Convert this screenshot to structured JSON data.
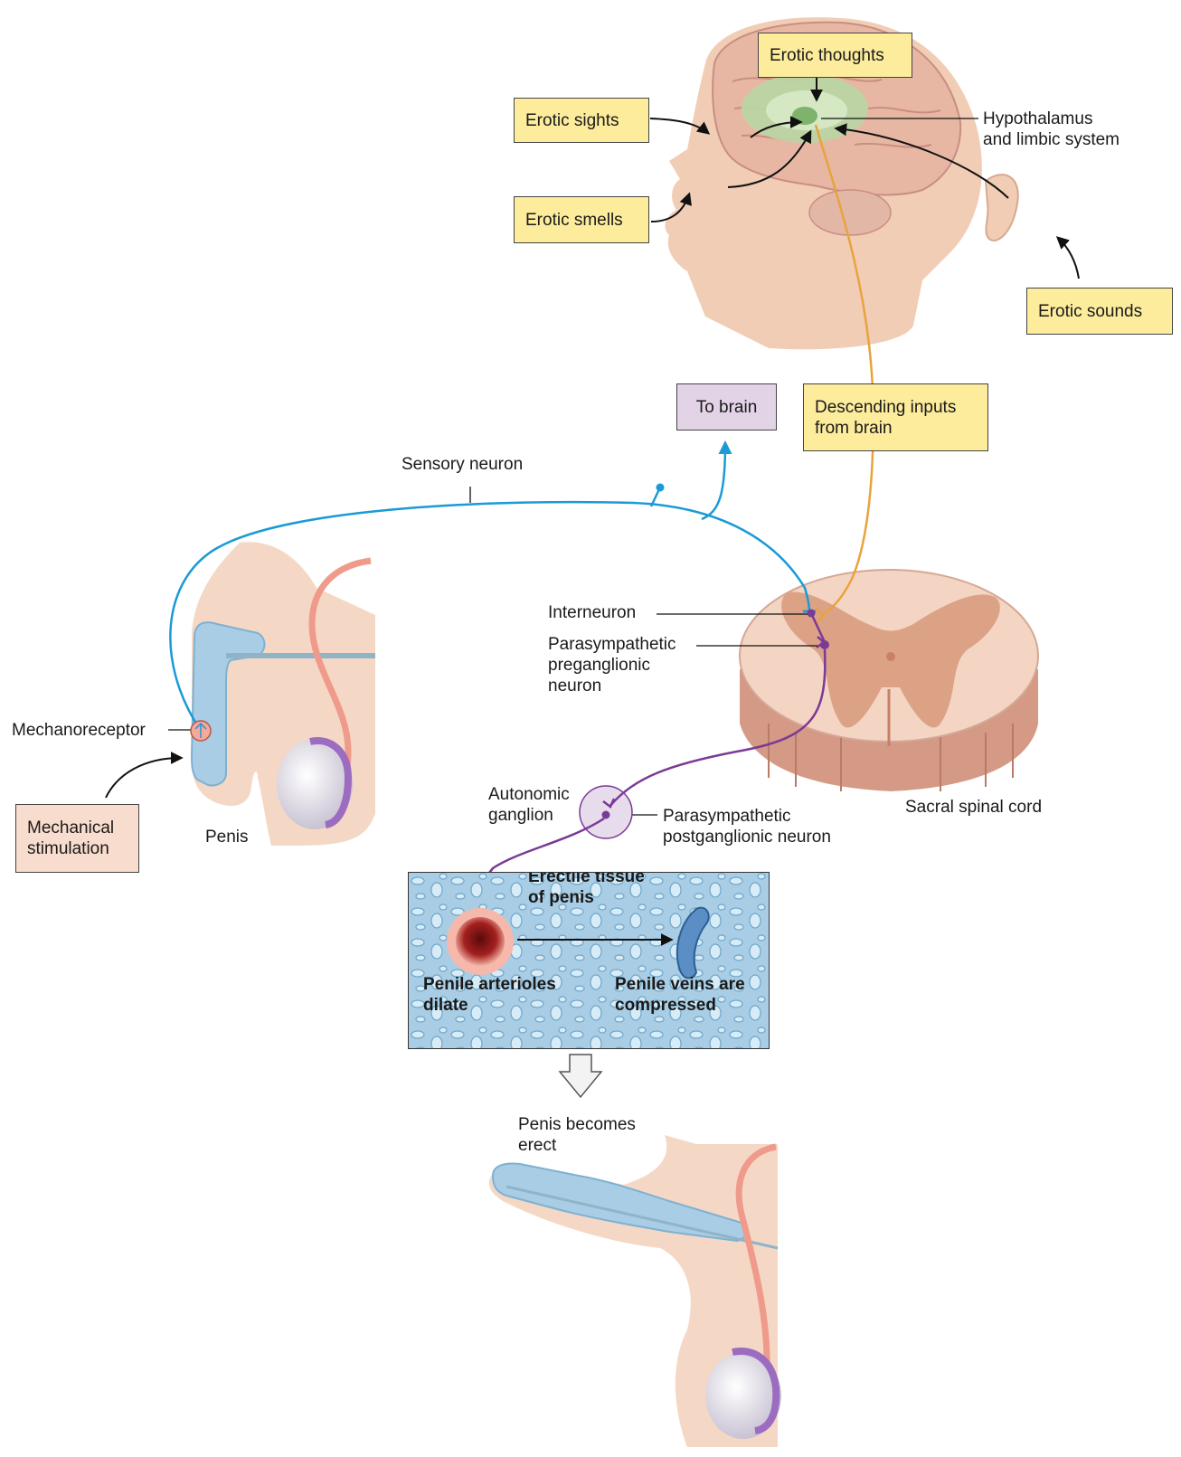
{
  "labels": {
    "erotic_thoughts": "Erotic thoughts",
    "erotic_sights": "Erotic sights",
    "erotic_smells": "Erotic smells",
    "erotic_sounds": "Erotic sounds",
    "hypothalamus": [
      "Hypothalamus",
      "and limbic system"
    ],
    "to_brain": "To brain",
    "descending_inputs": [
      "Descending inputs",
      "from brain"
    ],
    "sensory_neuron": "Sensory neuron",
    "interneuron": "Interneuron",
    "parasympathetic_preganglionic": [
      "Parasympathetic",
      "preganglionic",
      "neuron"
    ],
    "mechanoreceptor": "Mechanoreceptor",
    "mechanical_stimulation": [
      "Mechanical",
      "stimulation"
    ],
    "penis": "Penis",
    "autonomic_ganglion": [
      "Autonomic",
      "ganglion"
    ],
    "parasympathetic_postganglionic": [
      "Parasympathetic",
      "postganglionic neuron"
    ],
    "sacral_spinal_cord": "Sacral spinal cord",
    "erectile_tissue": [
      "Erectile tissue",
      "of penis"
    ],
    "penile_arterioles": [
      "Penile arterioles",
      "dilate"
    ],
    "penile_veins": [
      "Penile veins are",
      "compressed"
    ],
    "penis_becomes_erect": [
      "Penis becomes",
      "erect"
    ]
  },
  "colors": {
    "sensory_pathway": "#1b9ad6",
    "descending_pathway": "#e8a33c",
    "parasympathetic_pathway": "#7b3a96",
    "stimulus_box": "#fcec9c",
    "mechanical_box": "#f8dccd",
    "to_brain_box": "#e2d4e6"
  }
}
